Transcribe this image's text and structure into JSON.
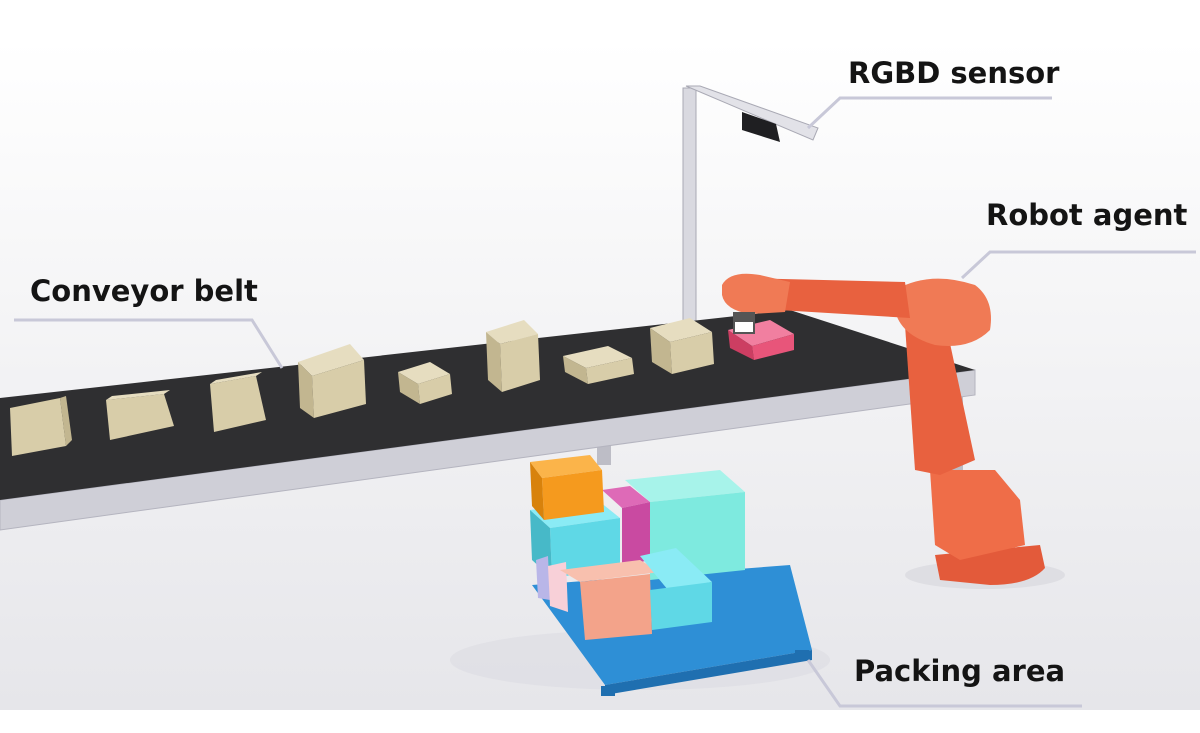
{
  "labels": {
    "rgbd_sensor": "RGBD sensor",
    "robot_agent": "Robot agent",
    "conveyor_belt": "Conveyor belt",
    "packing_area": "Packing area"
  },
  "colors": {
    "belt": "#2f2f31",
    "frame": "#c9c9d1",
    "carton": "#d8cda9",
    "robot": "#e8613f",
    "pallet": "#2e8fd6",
    "target_box": "#e8557a",
    "orange_box": "#f59a1e",
    "cyan_box": "#5fd8e6",
    "aqua_box": "#7eeadf",
    "magenta_box": "#c94aa1",
    "salmon_box": "#f3a38a",
    "leader_line": "#c8c8d8"
  }
}
